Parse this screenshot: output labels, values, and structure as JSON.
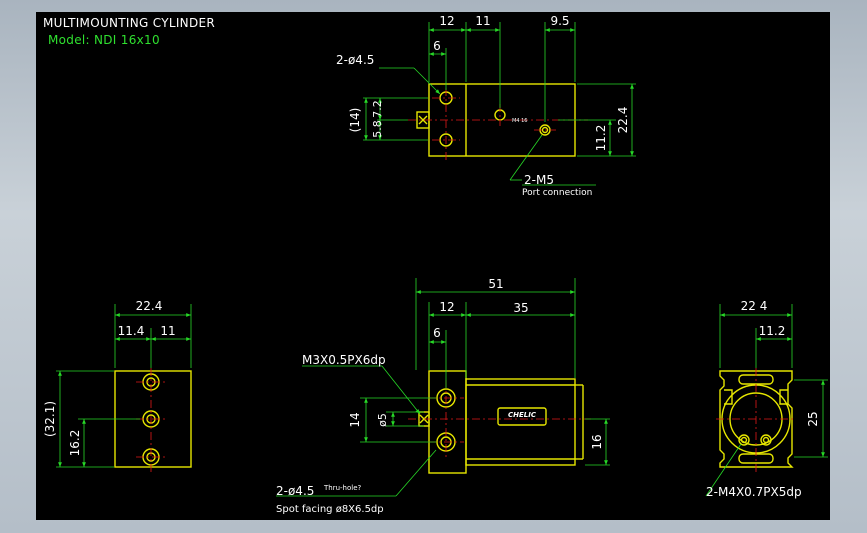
{
  "title": "MULTIMOUNTING CYLINDER",
  "model": "Model:  NDI 16x10",
  "colors": {
    "background": "#000000",
    "outline": "#e6e600",
    "dimension": "#27d827",
    "centerline": "#e01818",
    "text": "#ffffff"
  },
  "top_view": {
    "dim_12": "12",
    "dim_11": "11",
    "dim_9_5": "9.5",
    "dim_6": "6",
    "hole_label": "2-ø4.5",
    "dim_14": "(14)",
    "dim_5_8": "5.8",
    "dim_7_2": "7.2",
    "dim_22_4": "22.4",
    "dim_11_2": "11.2",
    "port_label": "2-M5",
    "port_note": "Port connection",
    "thread_mark": "M4 16"
  },
  "front_view": {
    "dim_51": "51",
    "dim_12": "12",
    "dim_35": "35",
    "dim_6": "6",
    "screw_label": "M3X0.5PX6dp",
    "dim_14": "14",
    "dim_o5": "ø5",
    "dim_16": "16",
    "hole_label": "2-ø4.5",
    "hole_label_sup": "Thru-hole?",
    "spot_label": "Spot facing  ø8X6.5dp",
    "brand": "CHELIC"
  },
  "left_view": {
    "dim_22_4": "22.4",
    "dim_11_4": "11.4",
    "dim_11": "11",
    "dim_32_1": "(32.1)",
    "dim_16_2": "16.2"
  },
  "right_view": {
    "dim_22_4": "22 4",
    "dim_11_2": "11.2",
    "dim_25": "25",
    "tap_label": "2-M4X0.7PX5dp"
  }
}
